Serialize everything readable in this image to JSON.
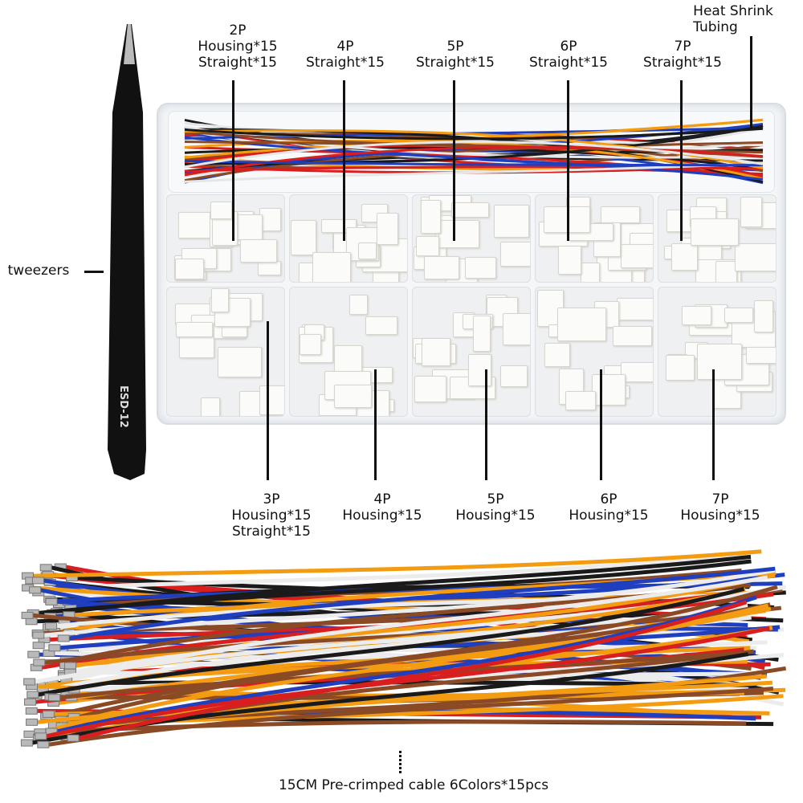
{
  "labels_top": [
    {
      "lines": [
        "2P",
        "Housing*15",
        "Straight*15"
      ]
    },
    {
      "lines": [
        "4P",
        "Straight*15"
      ]
    },
    {
      "lines": [
        "5P",
        "Straight*15"
      ]
    },
    {
      "lines": [
        "6P",
        "Straight*15"
      ]
    },
    {
      "lines": [
        "7P",
        "Straight*15"
      ]
    }
  ],
  "heat_shrink": {
    "lines": [
      "Heat Shrink",
      "Tubing"
    ]
  },
  "tweezers": {
    "label": "tweezers",
    "imprint": "ESD-12"
  },
  "labels_bottom": [
    {
      "lines": [
        "3P",
        "Housing*15",
        "Straight*15"
      ]
    },
    {
      "lines": [
        "4P",
        "Housing*15"
      ]
    },
    {
      "lines": [
        "5P",
        "Housing*15"
      ]
    },
    {
      "lines": [
        "6P",
        "Housing*15"
      ]
    },
    {
      "lines": [
        "7P",
        "Housing*15"
      ]
    }
  ],
  "caption": "15CM Pre-crimped cable 6Colors*15pcs",
  "wire_colors": [
    "#d81e1e",
    "#1a1a1a",
    "#1f3fbf",
    "#f2f2f2",
    "#f39c12",
    "#8b4a26"
  ]
}
